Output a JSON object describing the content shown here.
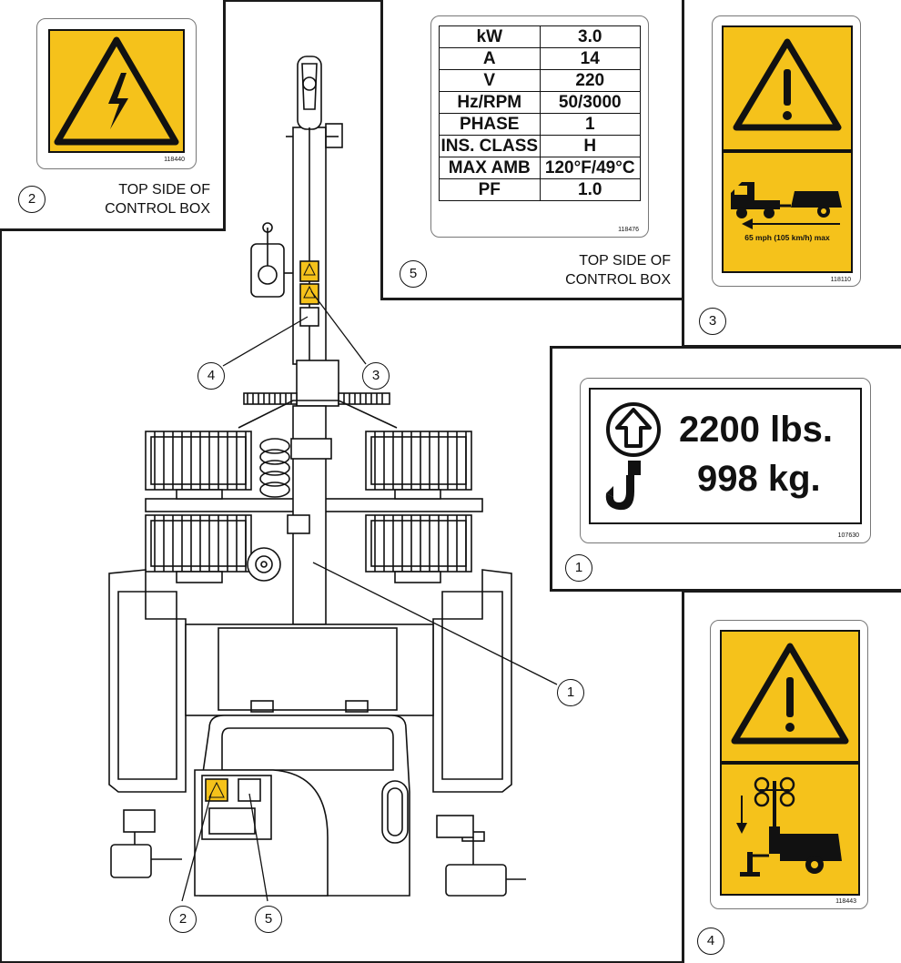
{
  "decal2": {
    "part_no": "118440",
    "callout": "2",
    "caption_line1": "TOP SIDE OF",
    "caption_line2": "CONTROL BOX"
  },
  "decal5": {
    "part_no": "118476",
    "callout": "5",
    "caption_line1": "TOP SIDE OF",
    "caption_line2": "CONTROL BOX",
    "rows": [
      {
        "label": "kW",
        "value": "3.0"
      },
      {
        "label": "A",
        "value": "14"
      },
      {
        "label": "V",
        "value": "220"
      },
      {
        "label": "Hz/RPM",
        "value": "50/3000"
      },
      {
        "label": "PHASE",
        "value": "1"
      },
      {
        "label": "INS. CLASS",
        "value": "H"
      },
      {
        "label": "MAX AMB",
        "value": "120°F/49°C"
      },
      {
        "label": "PF",
        "value": "1.0"
      }
    ]
  },
  "decal3": {
    "part_no": "118110",
    "callout": "3",
    "speed_text": "65 mph (105 km/h) max"
  },
  "decal1": {
    "part_no": "107630",
    "callout": "1",
    "weight_lbs": "2200 lbs.",
    "weight_kg": "998 kg."
  },
  "decal4": {
    "part_no": "118443",
    "callout": "4"
  },
  "machine_callouts": {
    "c4": "4",
    "c3": "3",
    "c1": "1",
    "c2": "2",
    "c5": "5"
  },
  "colors": {
    "warning_yellow": "#f5c21b",
    "outline": "#111111"
  }
}
